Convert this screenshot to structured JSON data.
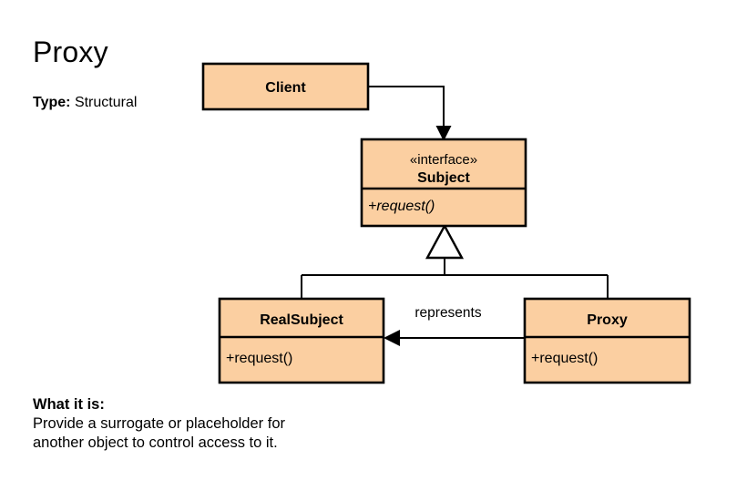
{
  "header": {
    "title": "Proxy",
    "type_key": "Type:",
    "type_value": "Structural"
  },
  "diagram": {
    "classes": [
      {
        "id": "client",
        "name": "Client",
        "stereotype": "",
        "operations": []
      },
      {
        "id": "subject",
        "name": "Subject",
        "stereotype": "«interface»",
        "operations": [
          "+request()"
        ]
      },
      {
        "id": "realsubject",
        "name": "RealSubject",
        "stereotype": "",
        "operations": [
          "+request()"
        ]
      },
      {
        "id": "proxy",
        "name": "Proxy",
        "stereotype": "",
        "operations": [
          "+request()"
        ]
      }
    ],
    "edges": [
      {
        "id": "client-uses-subject",
        "from": "client",
        "to": "subject",
        "type": "dependency-arrow",
        "label": ""
      },
      {
        "id": "realsubject-implements-subject",
        "from": "realsubject",
        "to": "subject",
        "type": "generalization",
        "label": ""
      },
      {
        "id": "proxy-implements-subject",
        "from": "proxy",
        "to": "subject",
        "type": "generalization",
        "label": ""
      },
      {
        "id": "proxy-represents-realsubject",
        "from": "proxy",
        "to": "realsubject",
        "type": "association-arrow",
        "label": "represents"
      }
    ]
  },
  "footer": {
    "heading": "What it is:",
    "line1": "Provide a surrogate or placeholder for",
    "line2": "another object to control access to it."
  },
  "colors": {
    "box_fill": "#fbcfa1",
    "box_stroke": "#000000",
    "background": "#ffffff",
    "text": "#000000"
  }
}
